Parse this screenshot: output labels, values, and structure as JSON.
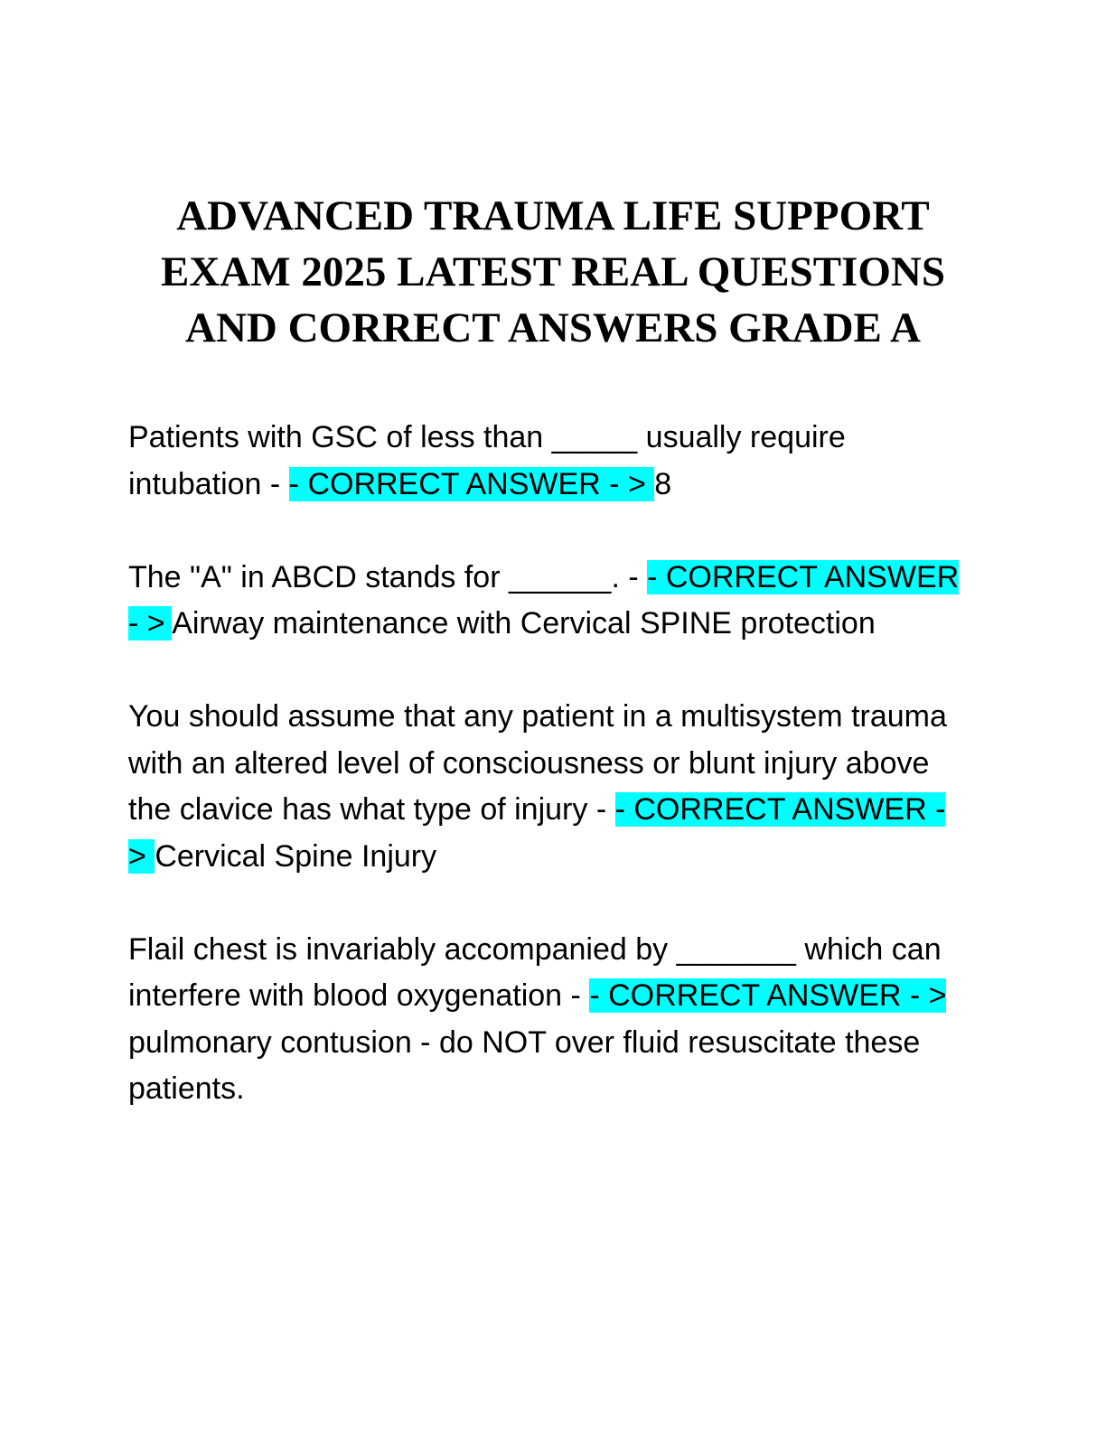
{
  "document": {
    "title_lines": [
      "ADVANCED TRAUMA LIFE SUPPORT",
      "EXAM 2025 LATEST REAL QUESTIONS",
      "AND CORRECT ANSWERS GRADE A"
    ],
    "highlight_color": "#00ffff",
    "items": [
      {
        "question": "Patients with GSC of less than _____ usually require intubation - ",
        "marker": " - CORRECT ANSWER - > ",
        "answer": "8"
      },
      {
        "question": "The \"A\" in ABCD stands for ______. - ",
        "marker": " - CORRECT ANSWER - > ",
        "answer": "Airway maintenance with Cervical SPINE protection"
      },
      {
        "question": "You should assume that any patient in a multisystem trauma with an altered level of consciousness or blunt injury above the clavice has what type of injury - ",
        "marker": " - CORRECT ANSWER - > ",
        "answer": "Cervical Spine Injury"
      },
      {
        "question": "Flail chest is invariably accompanied by _______ which can interfere with blood oxygenation - ",
        "marker": " - CORRECT ANSWER - > ",
        "answer": "pulmonary contusion - do NOT over fluid resuscitate these patients."
      }
    ]
  }
}
